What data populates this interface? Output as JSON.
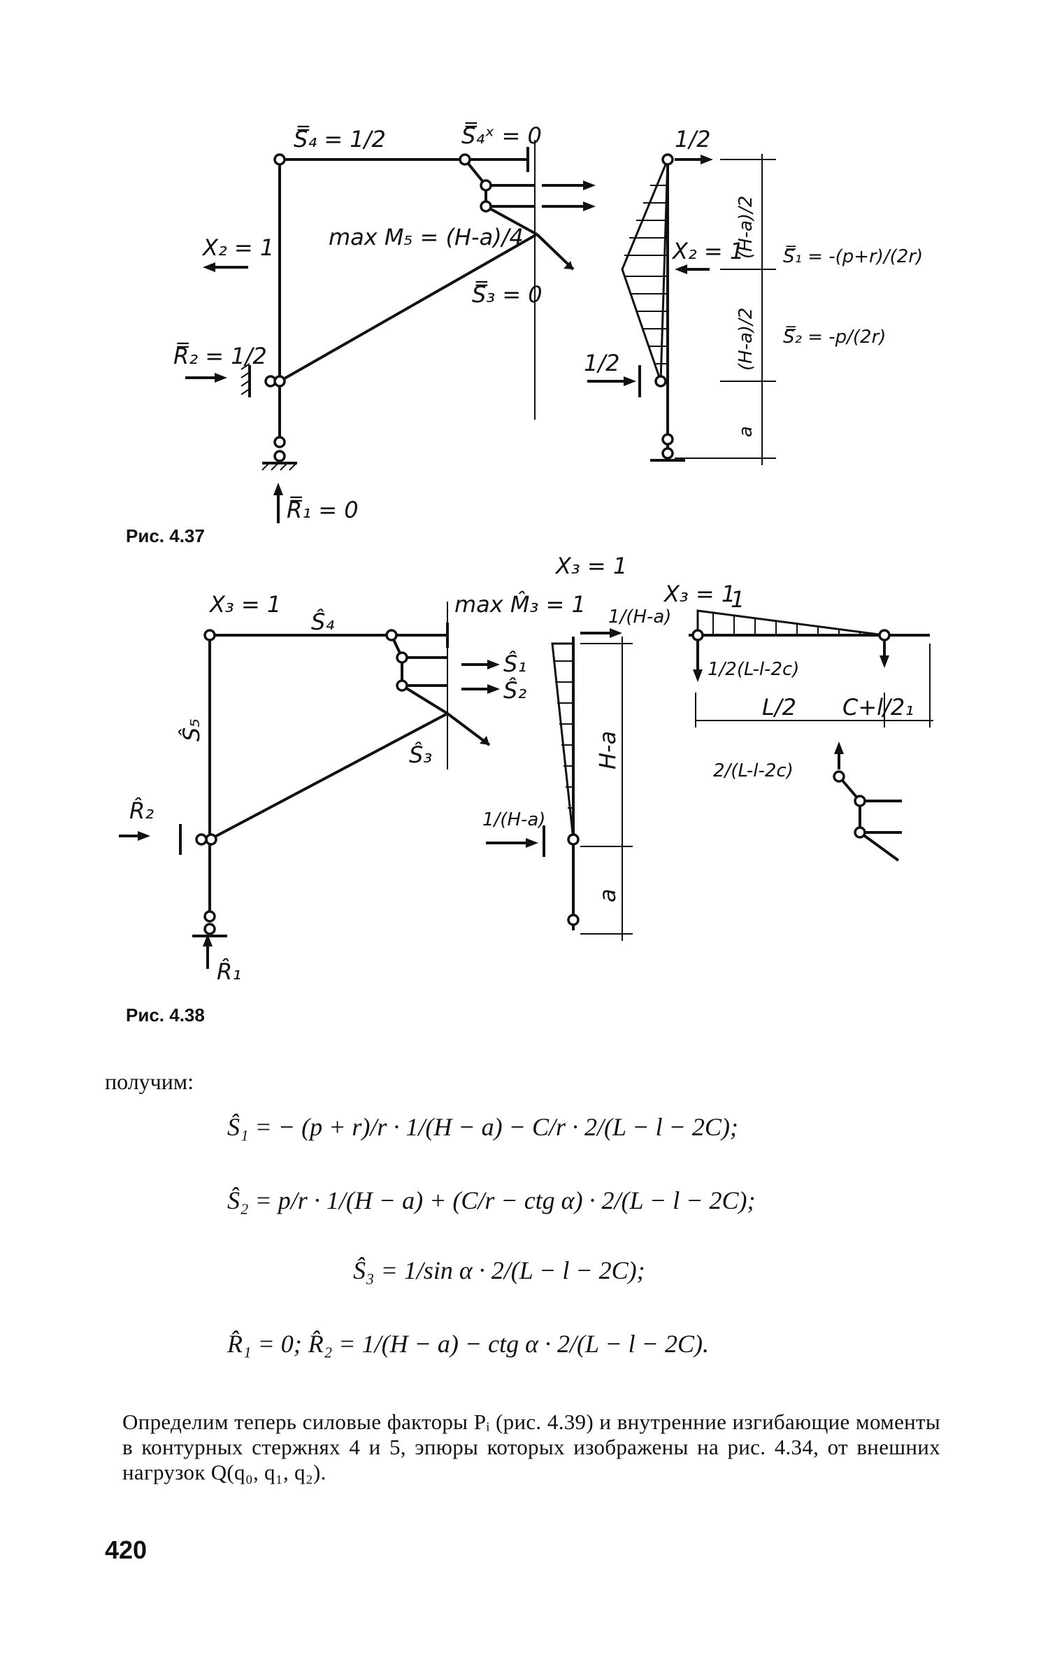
{
  "figure_437": {
    "caption": "Рис. 4.37",
    "labels": {
      "s4": "S̿₄ = 1/2",
      "s4x": "S̿₄ˣ = 0",
      "x2_left": "X₂ = 1",
      "maxm5": "max M₅ = (H-a)/4",
      "s3": "S̿₃ = 0",
      "r2": "R̿₂ = 1/2",
      "r1": "R̿₁ = 0",
      "half_top": "1/2",
      "x2_right": "X₂ = 1",
      "half_bottom": "1/2",
      "dim1": "(H-a)/2",
      "dim2": "(H-a)/2",
      "dim3": "a",
      "s1": "S̿₁ = -(p+r)/(2r)",
      "s2": "S̿₂ = -p/(2r)"
    }
  },
  "figure_438": {
    "caption": "Рис. 4.38",
    "labels": {
      "x3_left": "X₃ = 1",
      "s4": "Ŝ₄",
      "maxm3": "max M̂₃ = 1",
      "s5": "Ŝ₅",
      "s1": "Ŝ₁",
      "s2": "Ŝ₂",
      "s3": "Ŝ₃",
      "r2": "R̂₂",
      "r1": "R̂₁",
      "x3_mid": "X₃ = 1",
      "one_over_ha_top": "1/(H-a)",
      "dim_ha": "H-a",
      "one_over_ha_bottom": "1/(H-a)",
      "dim_a": "a",
      "x3_right": "X₃ = 1",
      "one": "1",
      "half_l": "1/2(L-l-2c)",
      "l_half": "L/2",
      "c_l2": "C+l/2₁",
      "frac": "2/(L-l-2c)"
    }
  },
  "text": {
    "lead": "получим:",
    "eq1": "Ŝ₁ = − (p + r)/r · 1/(H − a) − C/r · 2/(L − l − 2C);",
    "eq2": "Ŝ₂ = p/r · 1/(H − a) + (C/r − ctg α) · 2/(L − l − 2C);",
    "eq3": "Ŝ₃ = 1/sin α · 2/(L − l − 2C);",
    "eq4": "R̂₁ = 0;   R̂₂ = 1/(H − a) − ctg α · 2/(L − l − 2C).",
    "paragraph": "Определим теперь силовые факторы Pᵢ (рис. 4.39) и внутренние изгибающие моменты в контурных стержнях 4 и 5, эпюры которых изображены на рис. 4.34, от внешних нагрузок Q(q₀, q₁, q₂).",
    "page_number": "420"
  }
}
